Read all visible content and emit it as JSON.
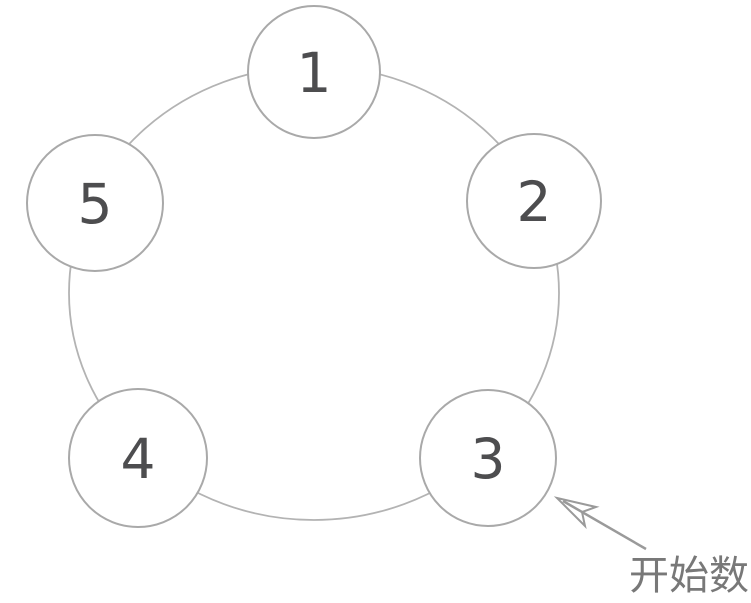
{
  "figure": {
    "kind": "counting-circle-diagram",
    "background_color": "#ffffff",
    "node_count": 5
  },
  "nodes": [
    {
      "label": "1"
    },
    {
      "label": "2"
    },
    {
      "label": "3"
    },
    {
      "label": "4"
    },
    {
      "label": "5"
    }
  ],
  "annotation": {
    "text": "开始数",
    "points_to_node": "3"
  },
  "colors": {
    "ring_stroke": "#b3b3b3",
    "node_stroke": "#a9a9a9",
    "node_fill": "#ffffff",
    "number_text": "#4d4d4f",
    "arrow": "#9a9a9a",
    "annotation_text": "#787878"
  }
}
